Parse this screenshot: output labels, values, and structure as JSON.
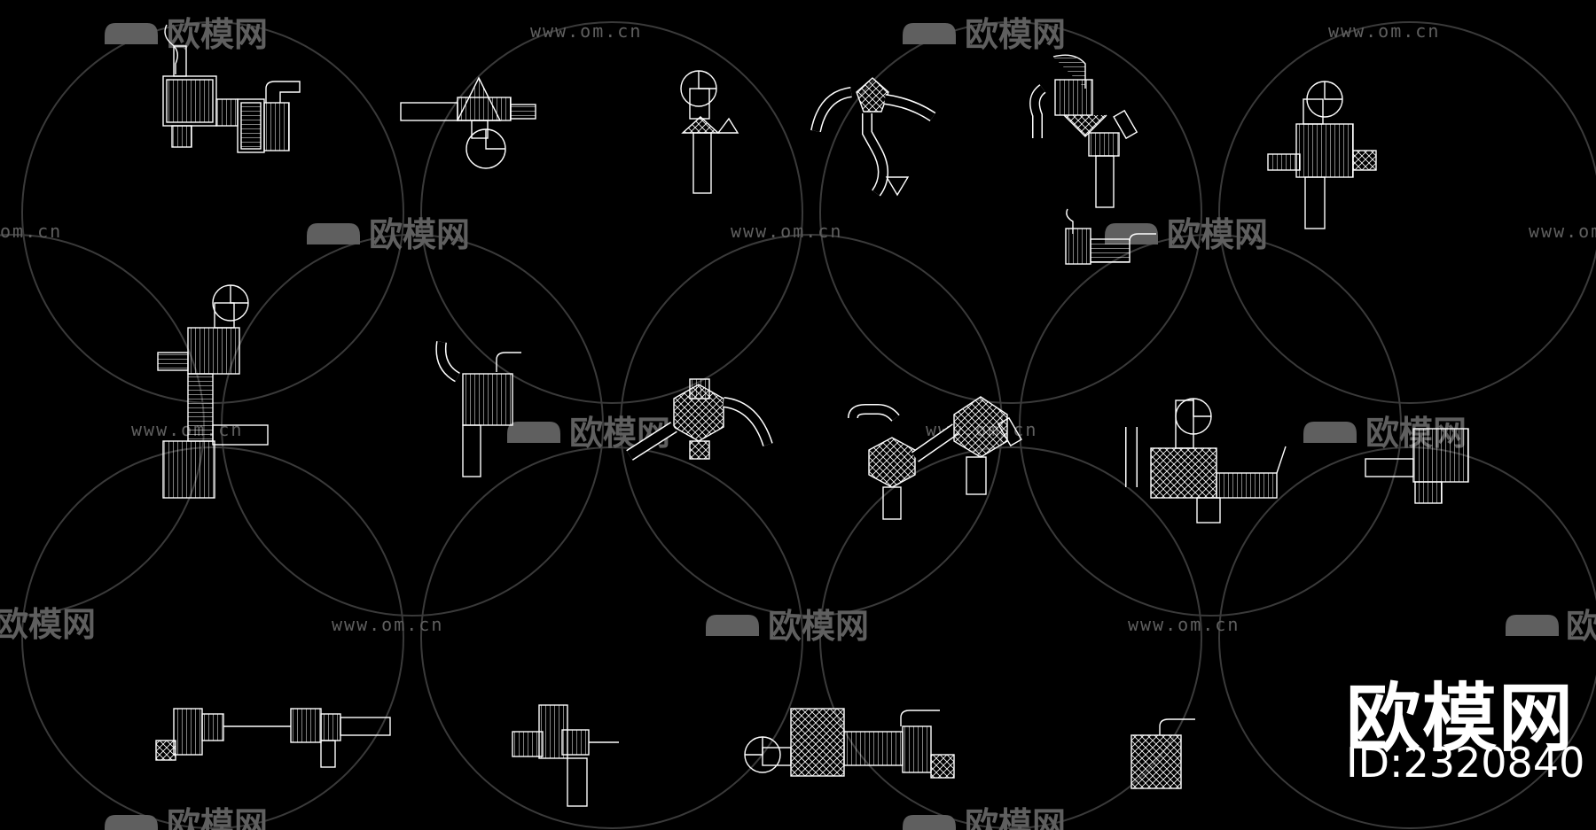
{
  "canvas": {
    "background": "#000000",
    "line_color": "#ffffff",
    "watermark_color": "#5f5f5f"
  },
  "watermarks": {
    "site": "www.om.cn",
    "site_partial": "om.cn",
    "brand": "欧模网",
    "brand_partial": "欧模"
  },
  "stamp": {
    "brand": "欧模网",
    "id": "ID:2320840"
  },
  "drawing": {
    "icons": [
      "sofa-logo-icon",
      "playground-slide-icon",
      "tube-slide-icon",
      "hex-tower-icon"
    ]
  }
}
